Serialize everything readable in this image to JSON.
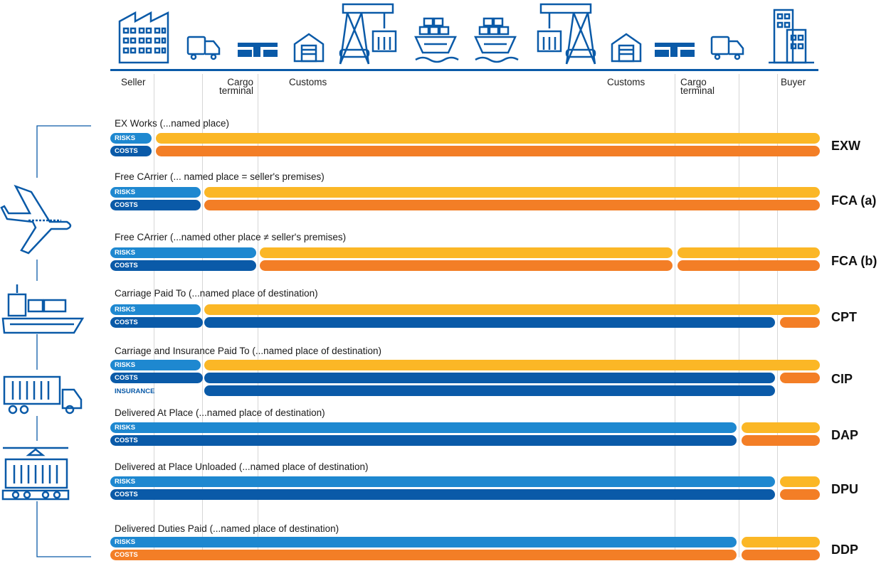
{
  "colors": {
    "risks": "#1e88d0",
    "costs": "#0a5aa8",
    "buyer_risk": "#fbb726",
    "buyer_cost": "#f37e26",
    "icon": "#0a5aa8"
  },
  "header": {
    "locations": {
      "seller": "Seller",
      "cargo_terminal_1": [
        "Cargo",
        "terminal"
      ],
      "customs_1": "Customs",
      "customs_2": "Customs",
      "cargo_terminal_2": [
        "Cargo",
        "terminal"
      ],
      "buyer": "Buyer"
    },
    "icons": [
      "factory-icon",
      "truck-icon",
      "terminal-icon",
      "warehouse-icon",
      "crane-icon",
      "ship-icon",
      "ship-icon",
      "crane-icon",
      "warehouse-icon",
      "terminal-icon",
      "truck-icon",
      "office-building-icon"
    ]
  },
  "transport_icons": [
    "airplane-icon",
    "container-ship-icon",
    "container-truck-icon",
    "freight-train-icon"
  ],
  "tag_labels": {
    "risks": "RISKS",
    "costs": "COSTS",
    "insurance": "INSURANCE"
  },
  "rules": [
    {
      "code": "EXW",
      "title": "EX Works (...named place)"
    },
    {
      "code": "FCA (a)",
      "title": "Free CArrier (... named place = seller's premises)"
    },
    {
      "code": "FCA (b)",
      "title": "Free CArrier (...named other place ≠ seller's premises)"
    },
    {
      "code": "CPT",
      "title": "Carriage Paid To (...named place of destination)"
    },
    {
      "code": "CIP",
      "title": "Carriage and Insurance Paid To (...named place of destination)"
    },
    {
      "code": "DAP",
      "title": "Delivered At Place (...named place of destination)"
    },
    {
      "code": "DPU",
      "title": "Delivered at Place Unloaded (...named place of destination)"
    },
    {
      "code": "DDP",
      "title": "Delivered Duties Paid (...named place of destination)"
    }
  ]
}
